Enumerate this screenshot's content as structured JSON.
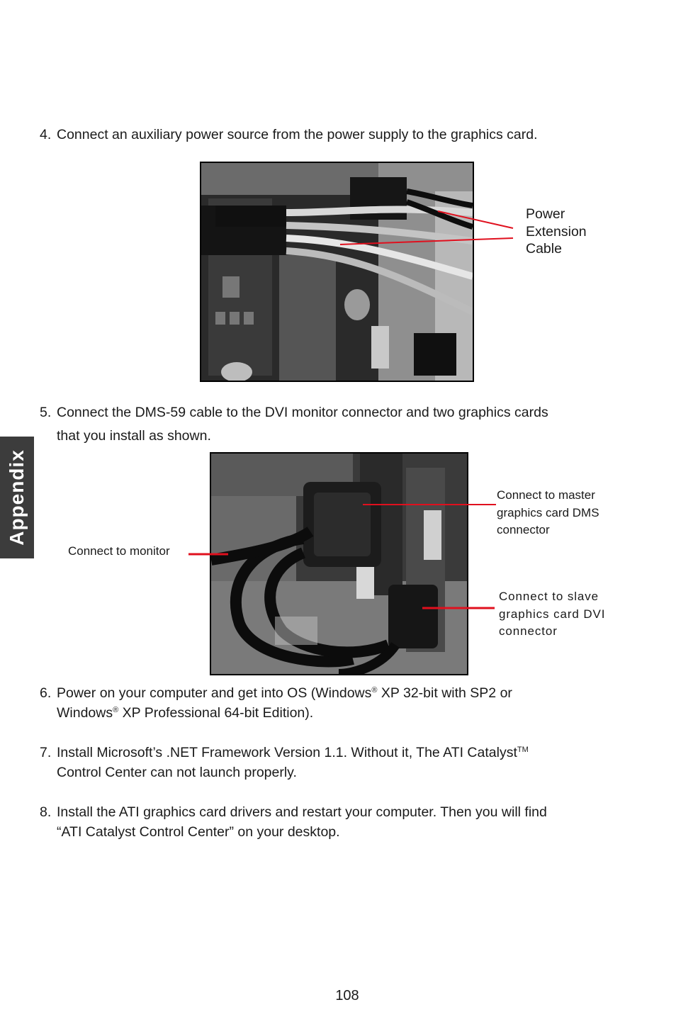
{
  "steps": [
    {
      "num": "4.",
      "text": "Connect an auxiliary power source from the power supply to the graphics card."
    },
    {
      "num": "5.",
      "line1": "Connect the DMS-59 cable to the DVI monitor connector and two graphics cards",
      "line2": "that you install as shown."
    },
    {
      "num": "6.",
      "a": "Power on your computer and get into OS (Windows",
      "sup1": "®",
      "b": " XP 32-bit with SP2 or",
      "c": "Windows",
      "sup2": "®",
      "d": " XP Professional 64-bit Edition)."
    },
    {
      "num": "7.",
      "a": "Install Microsoft’s .NET Framework Version 1.1. Without it, The ATI Catalyst",
      "sup": "TM",
      "b": "Control Center can not launch properly."
    },
    {
      "num": "8.",
      "a": "Install the ATI graphics card drivers and restart your computer. Then you will find",
      "b": "“ATI Catalyst Control Center” on your desktop."
    }
  ],
  "figure1": {
    "label": {
      "line1": "Power",
      "line2": "Extension",
      "line3": "Cable"
    }
  },
  "figure2": {
    "label_monitor": "Connect to monitor",
    "label_master": {
      "line1": "Connect to master",
      "line2": "graphics card DMS",
      "line3": "connector"
    },
    "label_slave": {
      "line1": "Connect to slave",
      "line2": "graphics card DVI",
      "line3": "connector"
    }
  },
  "side_tab": "Appendix",
  "page_number": "108",
  "colors": {
    "leader_line": "#e0101e",
    "side_tab": "#3c3c3c",
    "photo_dark": "#1b1b1b"
  }
}
